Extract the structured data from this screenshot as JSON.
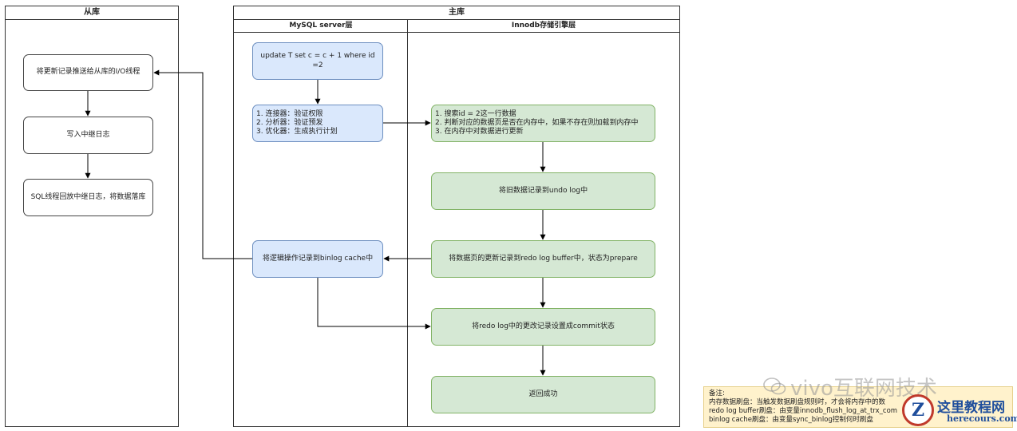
{
  "replica_lane": {
    "title": "从库",
    "boxes": [
      "将更新记录推送给从库的I/O线程",
      "写入中继日志",
      "SQL线程回放中继日志，将数据落库"
    ]
  },
  "master_lane": {
    "title": "主库",
    "mysql_layer": {
      "title": "MySQL server层",
      "sql_box": "update T set c = c + 1 where id =2",
      "steps_box": [
        "1. 连接器：验证权限",
        "2. 分析器：验证预发",
        "3. 优化器：生成执行计划"
      ],
      "binlog_box": "将逻辑操作记录到binlog cache中"
    },
    "innodb_layer": {
      "title": "Innodb存储引擎层",
      "search_box": [
        "1. 搜索id = 2这一行数据",
        "2. 判断对应的数据页是否在内存中，如果不存在则加载到内存中",
        "3. 在内存中对数据进行更新"
      ],
      "undo_box": "将旧数据记录到undo log中",
      "redo_box": "将数据页的更新记录到redo log buffer中，状态为prepare",
      "commit_box": "将redo log中的更改记录设置成commit状态",
      "return_box": "返回成功"
    }
  },
  "note": {
    "lines": [
      "备注:",
      "内存数据刷盘：当触发数据刷盘规则时，才会将内存中的数",
      "redo log buffer刷盘：由变量innodb_flush_log_at_trx_com",
      "binlog cache刷盘：由变量sync_binlog控制何时刷盘"
    ]
  },
  "watermark": {
    "text": "vivo互联网技术"
  },
  "logo": {
    "mark": "Z",
    "name": "这里教程网",
    "url": "herecours.com"
  }
}
